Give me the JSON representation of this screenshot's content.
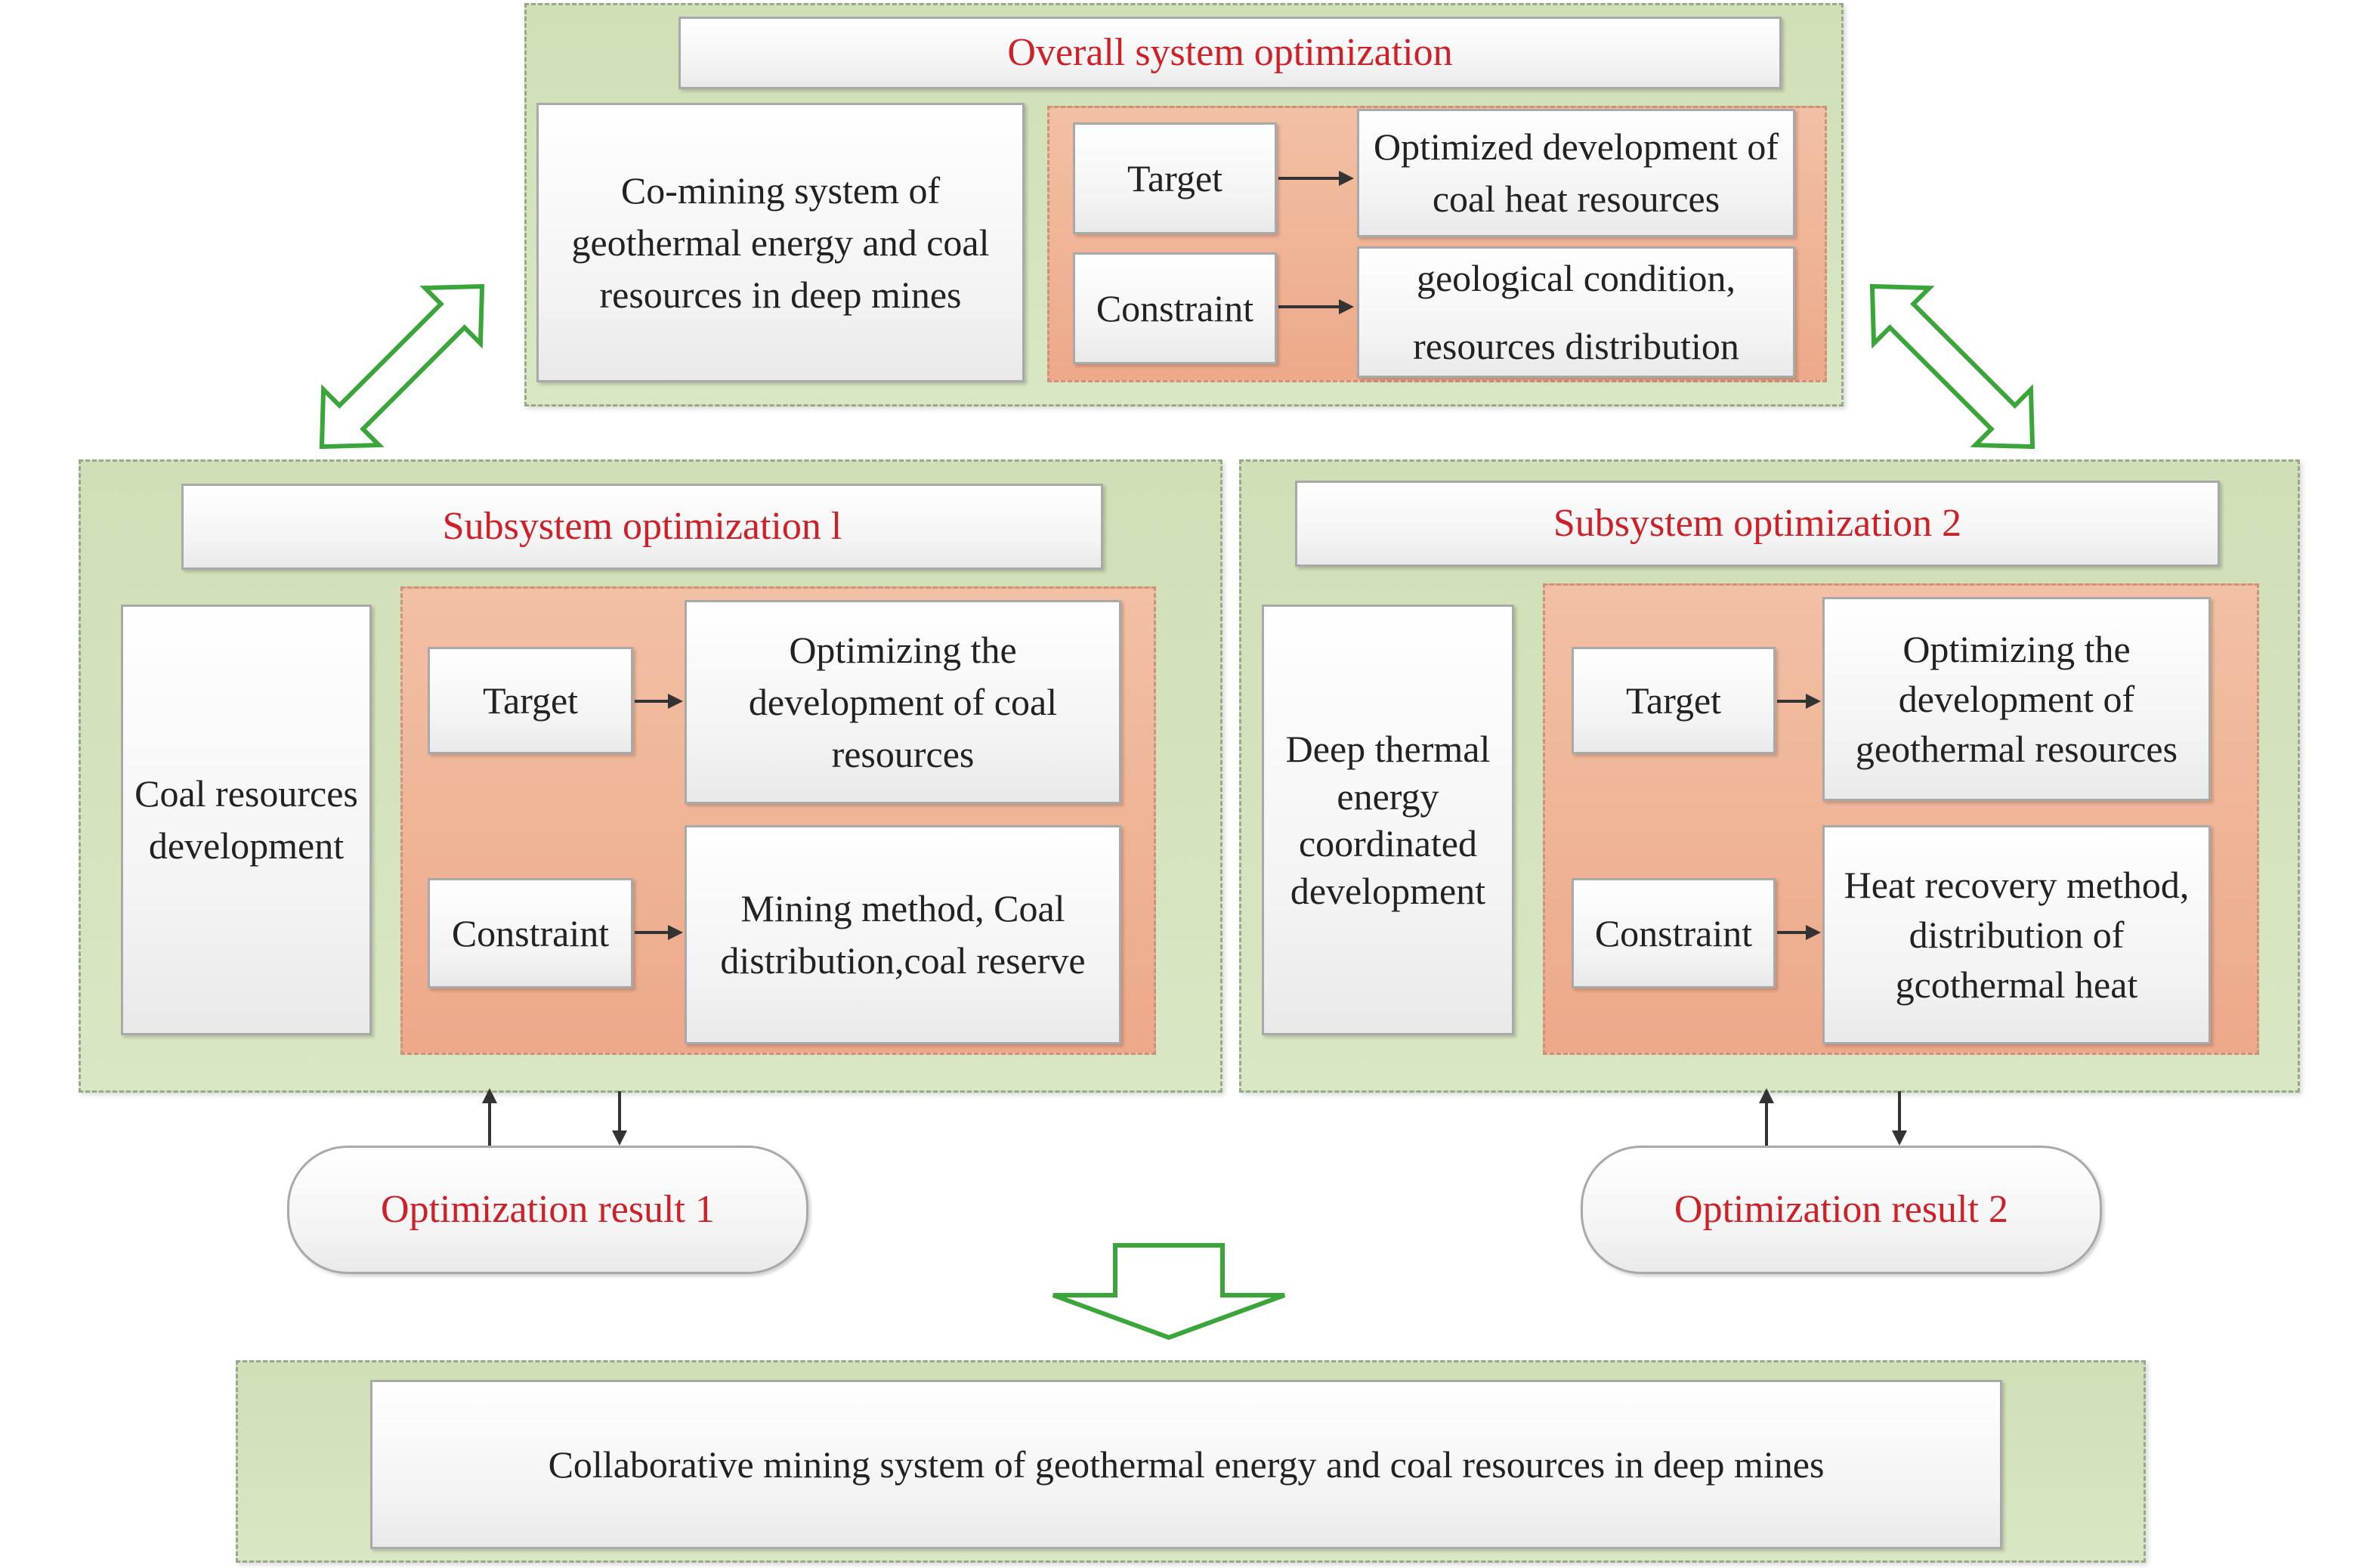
{
  "overall": {
    "title": "Overall system optimization",
    "system_box": "Co-mining system of geothermal energy and coal resources in deep mines",
    "target_label": "Target",
    "target_text": "Optimized development of coal heat resources",
    "constraint_label": "Constraint",
    "constraint_text": "geological condition, resources distribution"
  },
  "subsystem1": {
    "title": "Subsystem optimization l",
    "system_box": "Coal resources development",
    "target_label": "Target",
    "target_text": "Optimizing the development of coal resources",
    "constraint_label": "Constraint",
    "constraint_text": "Mining method, Coal distribution,coal reserve",
    "result": "Optimization result 1"
  },
  "subsystem2": {
    "title": "Subsystem optimization 2",
    "system_box": "Deep thermal energy coordinated development",
    "target_label": "Target",
    "target_text": "Optimizing the development of geothermal resources",
    "constraint_label": "Constraint",
    "constraint_text": "Heat recovery method, distribution of gcothermal heat",
    "result": "Optimization result 2"
  },
  "final": {
    "text": "Collaborative mining system of geothermal energy and coal resources in deep mines"
  },
  "colors": {
    "panel_green": "#d9e7c4",
    "inner_orange": "#eda98a",
    "title_red": "#d02027",
    "arrow_green": "#3aa63a"
  }
}
